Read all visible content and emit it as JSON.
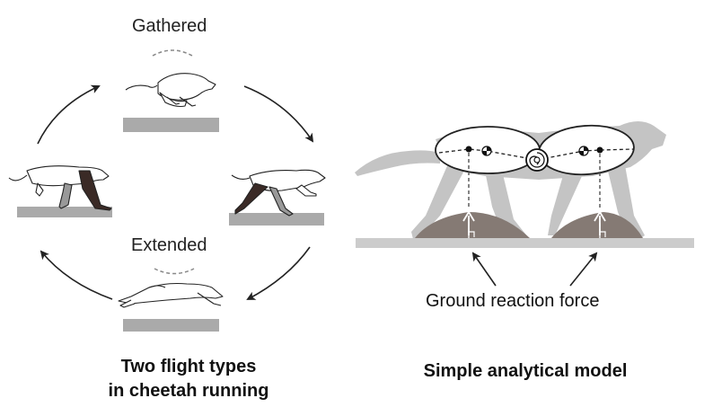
{
  "left_panel": {
    "states": {
      "gathered": "Gathered",
      "extended": "Extended"
    },
    "caption_line1": "Two flight types",
    "caption_line2": "in cheetah running"
  },
  "right_panel": {
    "force_label": "Ground reaction force",
    "caption": "Simple analytical model"
  },
  "colors": {
    "ground": "#aaaaaa",
    "ground_right": "#cccccc",
    "silhouette": "#c4c4c4",
    "hill": "#857a74",
    "leg_dark": "#3a2a26",
    "arrow": "#222222"
  }
}
